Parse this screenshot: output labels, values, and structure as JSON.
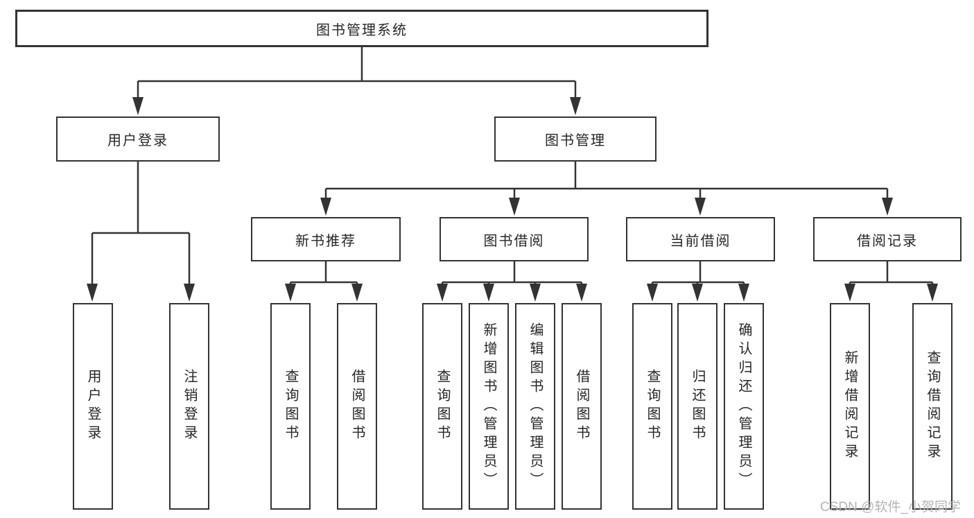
{
  "title": {
    "root_label": "图书管理系统"
  },
  "level2": {
    "user_login": "用户登录",
    "book_mgmt": "图书管理"
  },
  "level3": {
    "new_book_rec": "新书推荐",
    "book_borrow": "图书借阅",
    "current_borrow": "当前借阅",
    "borrow_records": "借阅记录"
  },
  "leaves": {
    "login_user": "用户登录",
    "login_logout": "注销登录",
    "rec_query": "查询图书",
    "rec_borrow": "借阅图书",
    "bb_query": "查询图书",
    "bb_add": "新增图书（管理员）",
    "bb_edit": "编辑图书（管理员）",
    "bb_borrow": "借阅图书",
    "cb_query": "查询图书",
    "cb_return": "归还图书",
    "cb_confirm": "确认归还（管理员）",
    "br_add": "新增借阅记录",
    "br_query": "查询借阅记录"
  },
  "watermark": "CSDN @软件_小贺同学",
  "colors": {
    "line": "#333333",
    "text": "#262626",
    "background": "#ffffff",
    "watermark": "#b4b4b4"
  }
}
